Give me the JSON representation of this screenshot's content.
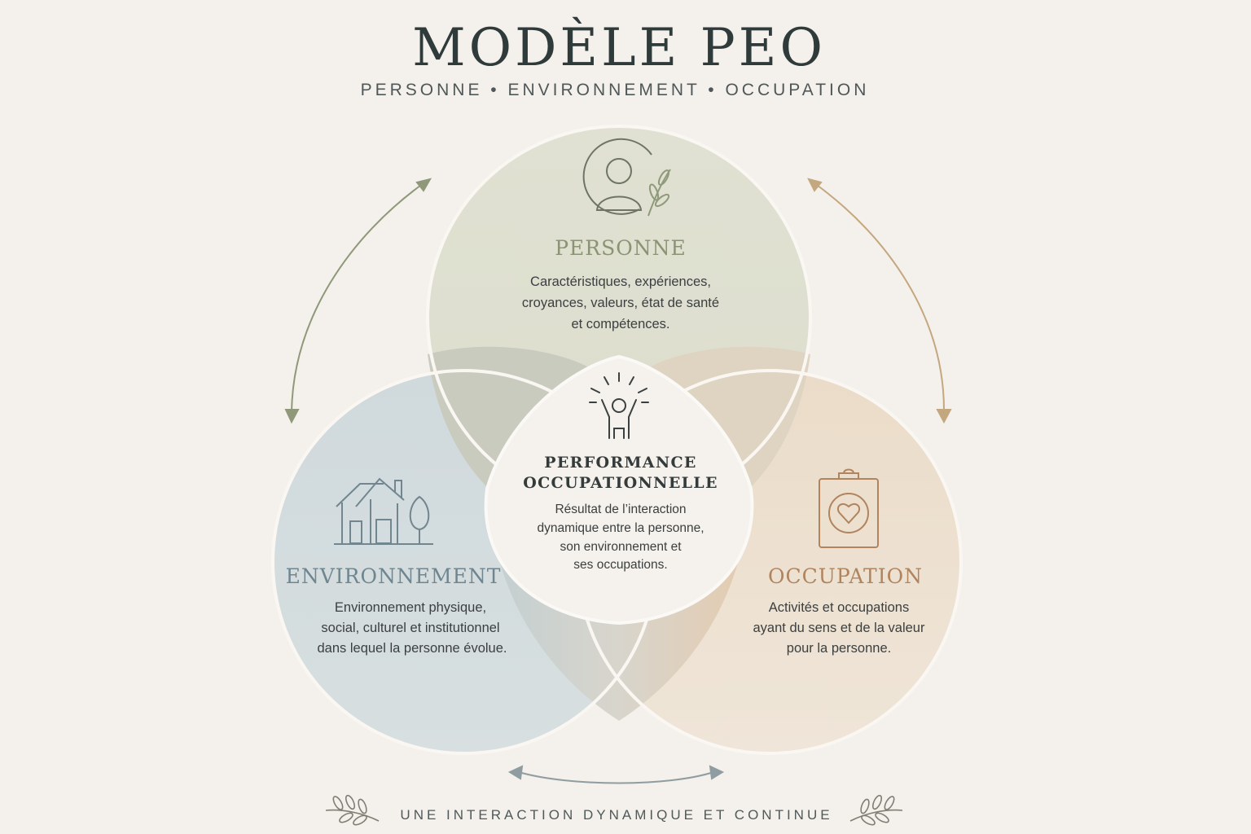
{
  "title": "MODÈLE PEO",
  "subtitle": "PERSONNE • ENVIRONNEMENT • OCCUPATION",
  "personne": {
    "heading": "PERSONNE",
    "lines": [
      "Caractéristiques, expériences,",
      "croyances, valeurs, état de santé",
      "et compétences."
    ],
    "icon": "person-icon",
    "color": "#8a9474"
  },
  "environnement": {
    "heading": "ENVIRONNEMENT",
    "lines": [
      "Environnement physique,",
      "social, culturel et institutionnel",
      "dans lequel la personne évolue."
    ],
    "icon": "house-icon",
    "color": "#6f8690"
  },
  "occupation": {
    "heading": "OCCUPATION",
    "lines": [
      "Activités et occupations",
      "ayant du sens et de la valeur",
      "pour la personne."
    ],
    "icon": "clipboard-heart-icon",
    "color": "#b0845e"
  },
  "center": {
    "heading_lines": [
      "PERFORMANCE",
      "OCCUPATIONNELLE"
    ],
    "lines": [
      "Résultat de l’interaction",
      "dynamique entre la personne,",
      "son environnement et",
      "ses occupations."
    ],
    "icon": "celebrating-person-icon"
  },
  "footer": "UNE INTERACTION DYNAMIQUE ET CONTINUE",
  "colors": {
    "background": "#f4f0eb",
    "personne_fill": "#dfe0d1",
    "environnement_fill": "#d3dbdd",
    "occupation_fill": "#ecdfcf",
    "center_fill": "#f5f1ec"
  }
}
